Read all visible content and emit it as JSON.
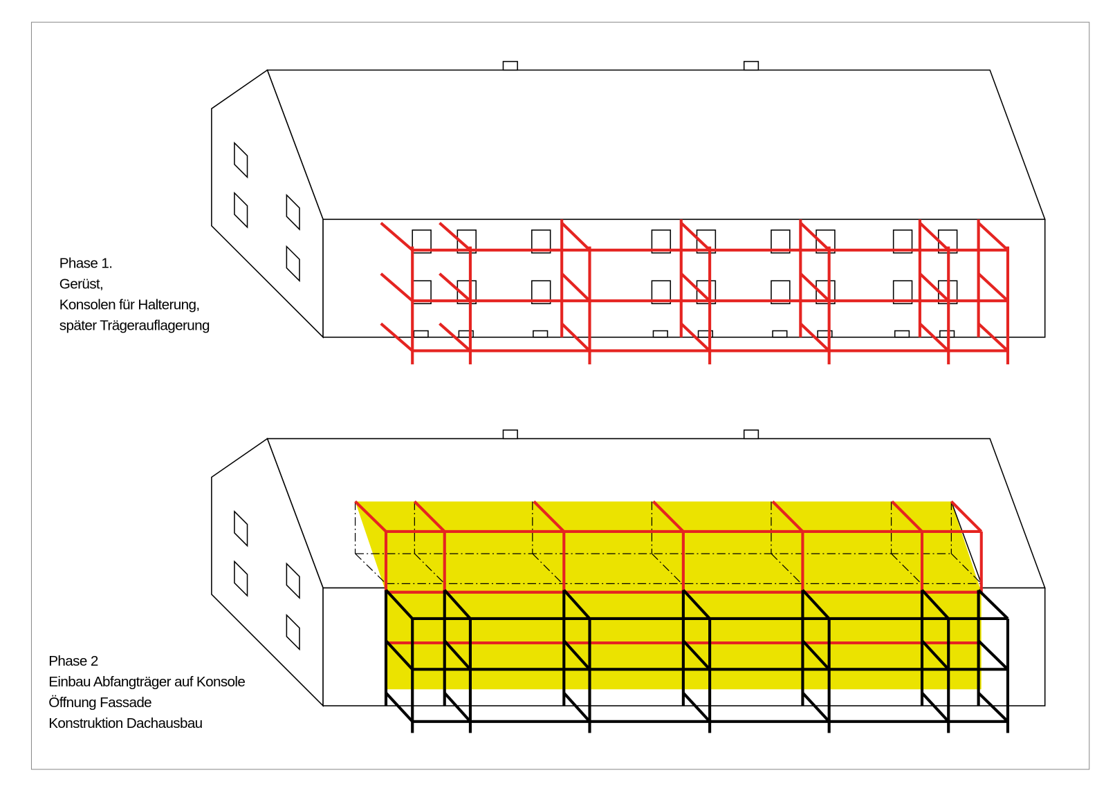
{
  "phase1": {
    "lines": [
      "Phase 1.",
      "Gerüst,",
      "Konsolen für Halterung,",
      "später Trägerauflagerung"
    ]
  },
  "phase2": {
    "lines": [
      "Phase 2",
      "Einbau Abfangträger auf Konsole",
      "Öffnung Fassade",
      "Konstruktion Dachausbau"
    ]
  },
  "colors": {
    "scaffold_red": "#e52421",
    "scaffold_black": "#000000",
    "infill_yellow": "#ebe300"
  }
}
